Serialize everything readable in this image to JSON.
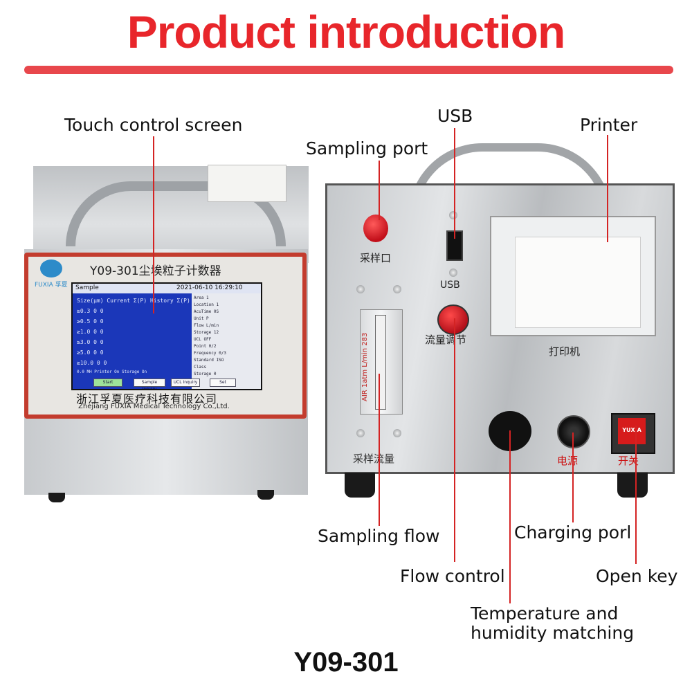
{
  "header": {
    "title": "Product introduction"
  },
  "labels": {
    "touch_screen": "Touch control screen",
    "usb": "USB",
    "printer": "Printer",
    "sampling_port": "Sampling port",
    "sampling_flow": "Sampling flow",
    "charging_port": "Charging porl",
    "flow_control": "Flow control",
    "open_key": "Open key",
    "temp_line1": "Temperature and",
    "temp_line2": "humidity matching"
  },
  "footer": {
    "model": "Y09-301"
  },
  "device_left": {
    "model_name": "Y09-301尘埃粒子计数器",
    "brand": "FUXIA 孚夏",
    "company_cn": "浙江孚夏医疗科技有限公司",
    "company_en": "Zhejiang FUXIA Medical Technology Co.,Ltd.",
    "screen": {
      "title": "Sample",
      "datetime": "2021-06-10 16:29:10",
      "header": "Size(μm)  Current Σ(P)  History Σ(P)",
      "rows": [
        "≥0.3      0        0",
        "≥0.5      0        0",
        "≥1.0      0        0",
        "≥3.0      0        0",
        "≥5.0      0        0",
        "≥10.0     0        0"
      ],
      "side": [
        "Area    1",
        "Location 1",
        "AcuTime  0S",
        "Unit    P",
        "Flow  L/min",
        "Storage  12",
        "UCL OFF",
        "Point  0/2",
        "Frequency 0/3",
        "Standard ISO",
        "Class",
        "Storage  0"
      ],
      "status": "0.0  MH  Printer On  Storage On",
      "buttons": [
        "Start",
        "Sample Inquiry",
        "UCL Inquiry",
        "Set"
      ]
    }
  },
  "device_right": {
    "cn_sample_port": "采样口",
    "cn_usb": "USB",
    "cn_flow_control": "流量调节",
    "cn_printer": "打印机",
    "cn_sample_flow": "采样流量",
    "cn_power": "电源",
    "cn_switch": "开关",
    "flow_scale": "AIR 1atm L/min 283",
    "switch_brand": "YUXIA"
  },
  "colors": {
    "accent": "#e8262b",
    "pointer": "#d42323",
    "lcd": "#1b37b9"
  }
}
